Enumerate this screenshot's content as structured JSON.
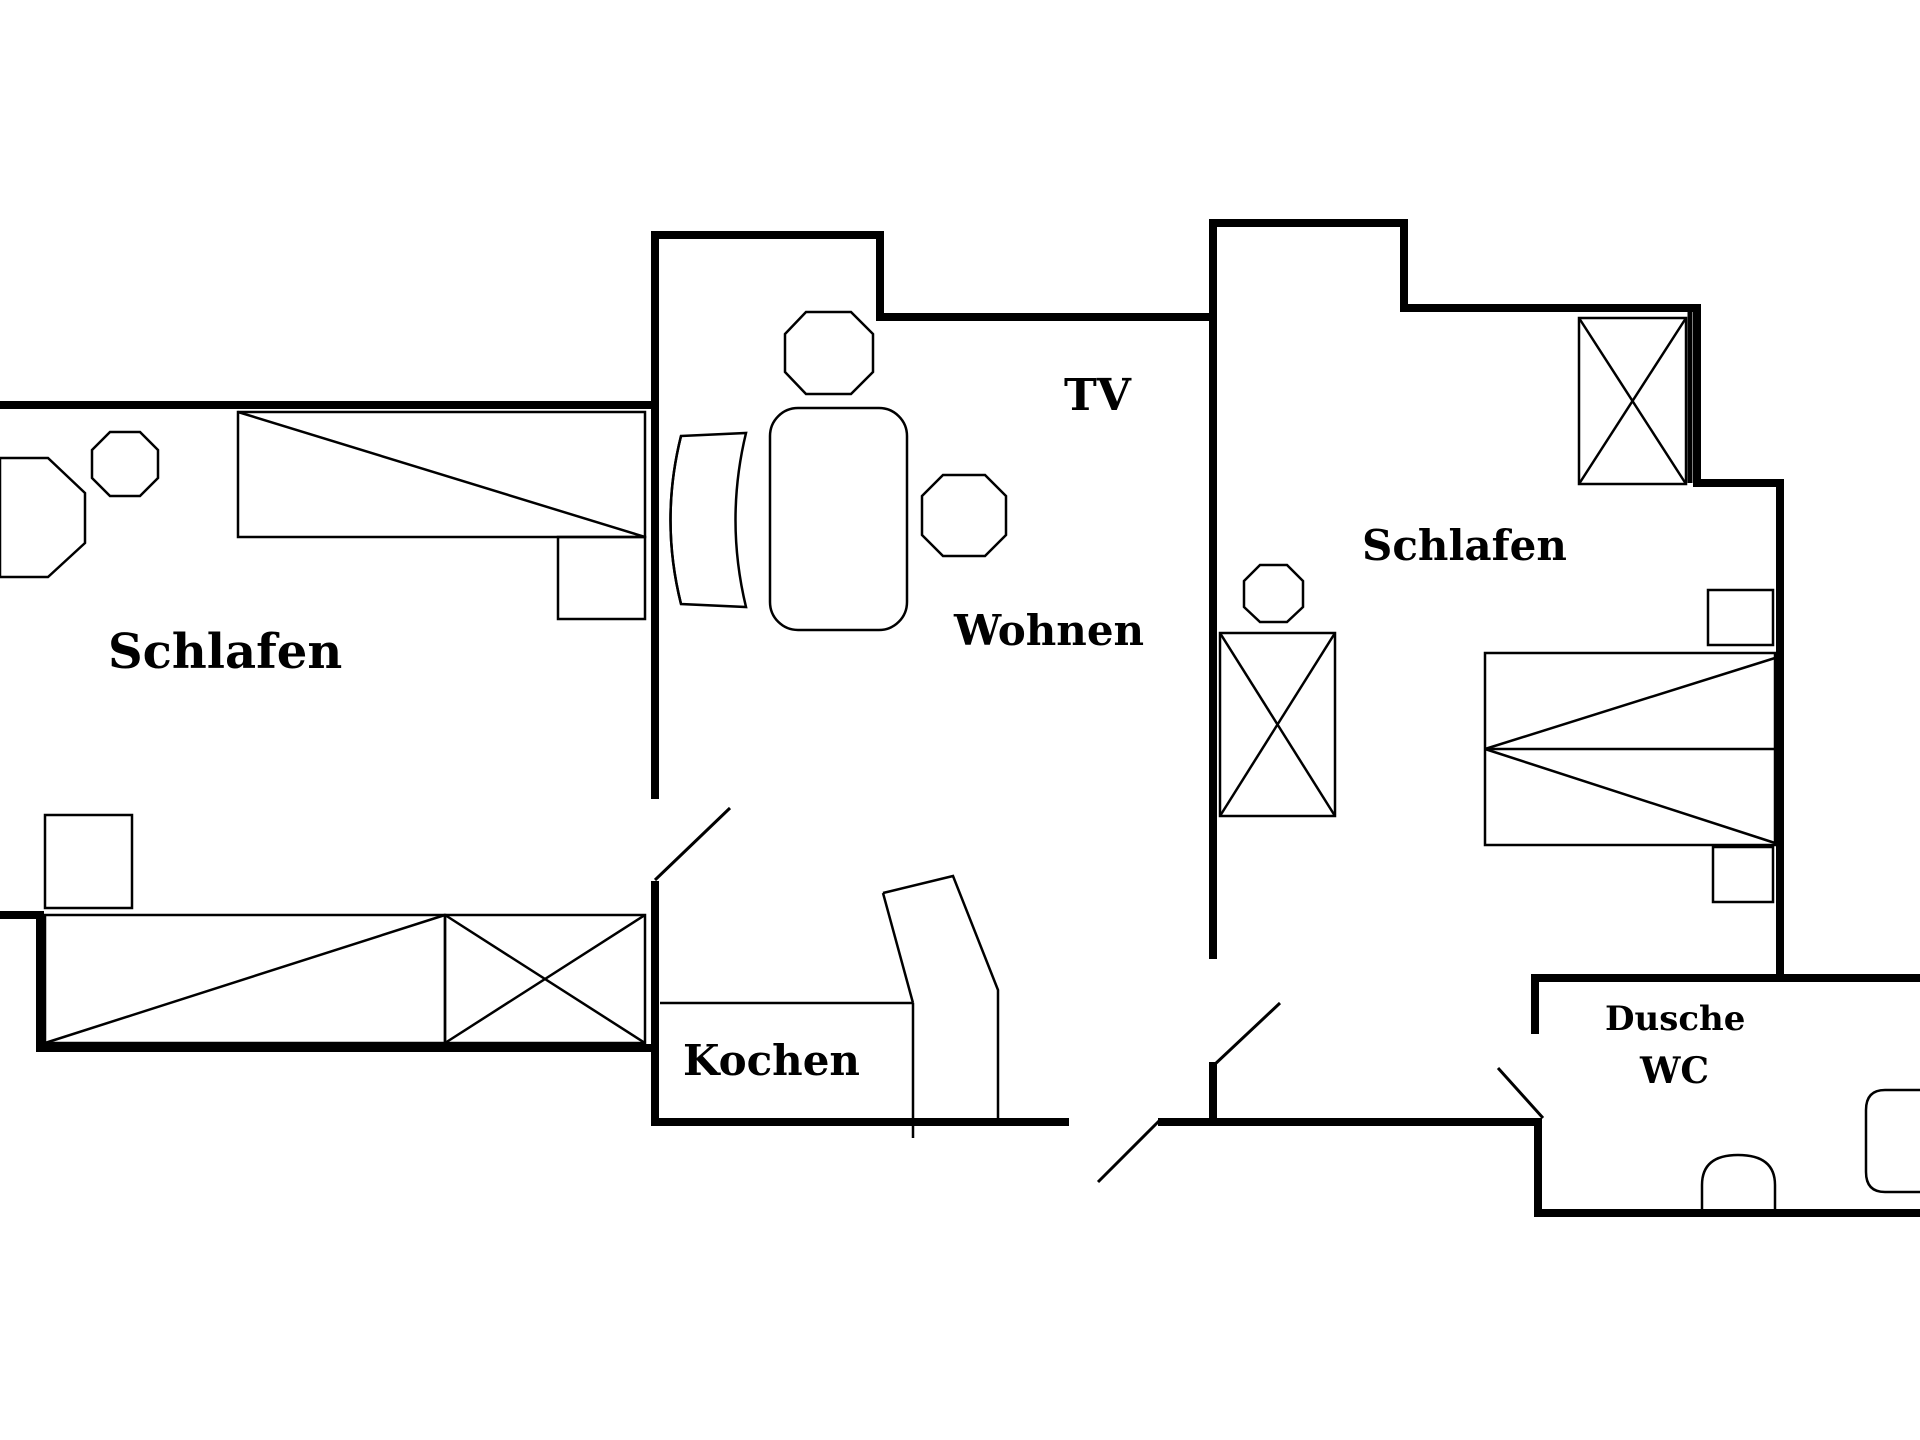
{
  "plan": {
    "rooms": {
      "bedroom_left": "Schlafen",
      "living": "Wohnen",
      "tv": "TV",
      "kitchen": "Kochen",
      "bedroom_right": "Schlafen",
      "bath_line1": "Dusche",
      "bath_line2": "WC"
    },
    "colors": {
      "line": "#000000",
      "background": "#ffffff"
    }
  }
}
